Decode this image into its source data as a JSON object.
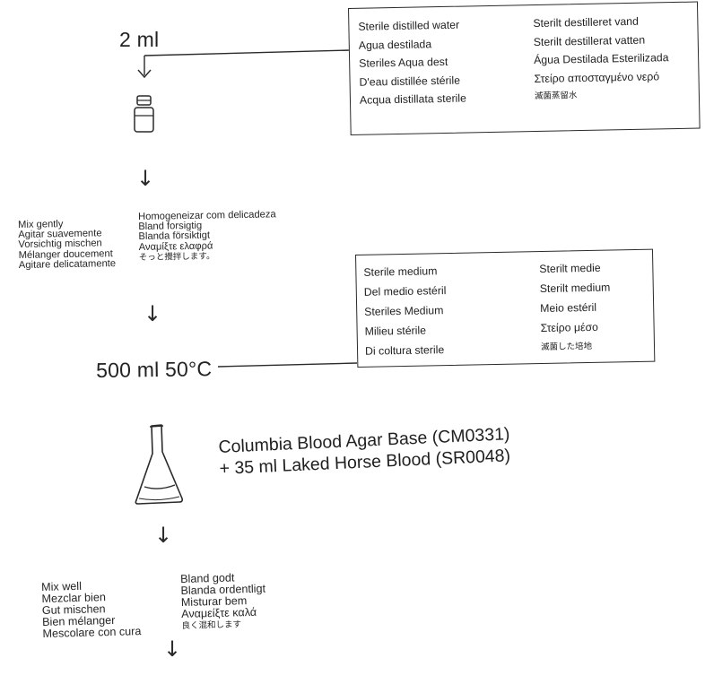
{
  "water_volume": "2 ml",
  "water_box": {
    "col1": [
      "Sterile distilled water",
      "Agua destilada",
      "Steriles Aqua dest",
      "D'eau distillée stérile",
      "Acqua distillata sterile"
    ],
    "col2": [
      "Sterilt destilleret vand",
      "Sterilt destillerat vatten",
      "Água Destilada Esterilizada",
      "Στείρο αποσταγμένο νερό",
      "滅菌蒸留水"
    ]
  },
  "mix_gently": {
    "col1": [
      "Mix gently",
      "Agitar suavemente",
      "Vorsichtig mischen",
      "Mélanger doucement",
      "Agitare delicatamente"
    ],
    "col2": [
      "Homogeneizar com delicadeza",
      "Bland forsigtig",
      "Blanda försiktigt",
      "Αναμίξτε ελαφρά",
      "そっと攪拌します。"
    ]
  },
  "medium_box": {
    "col1": [
      "Sterile medium",
      "Del medio estéril",
      "Steriles Medium",
      "Milieu stérile",
      "Di coltura sterile"
    ],
    "col2": [
      "Sterilt medie",
      "Sterilt medium",
      "Meio estéril",
      "Στείρο μέσο",
      "滅菌した培地"
    ]
  },
  "medium_volume": "500 ml 50°C",
  "product": {
    "line1": "Columbia Blood Agar Base (CM0331)",
    "line2": "+ 35 ml Laked Horse Blood (SR0048)"
  },
  "mix_well": {
    "col1": [
      "Mix well",
      "Mezclar bien",
      "Gut mischen",
      "Bien mélanger",
      "Mescolare con cura"
    ],
    "col2": [
      "Bland godt",
      "Blanda ordentligt",
      "Misturar bem",
      "Αναμείξτε καλά",
      "良く混和します"
    ]
  },
  "arrow_glyph": "↓",
  "icons": [
    "vial-icon",
    "flask-icon",
    "down-arrow-icon"
  ]
}
